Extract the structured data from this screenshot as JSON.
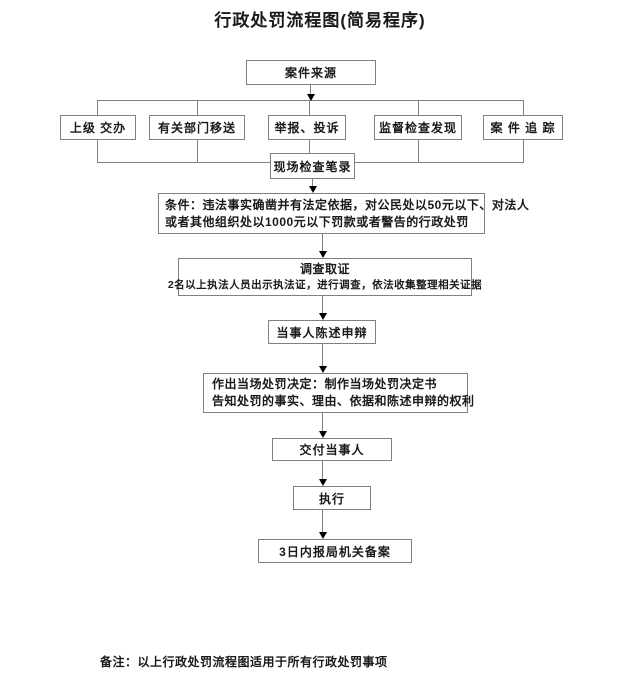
{
  "title": "行政处罚流程图(简易程序)",
  "flow": {
    "case_source": {
      "label": "案件来源"
    },
    "sources": [
      {
        "label": "上级 交办"
      },
      {
        "label": "有关部门移送"
      },
      {
        "label": "举报、投诉"
      },
      {
        "label": "监督检查发现"
      },
      {
        "label": "案 件 追 踪"
      }
    ],
    "site_record": {
      "label": "现场检查笔录"
    },
    "condition": {
      "line1": "条件：违法事实确凿并有法定依据，对公民处以50元以下、对法人",
      "line2": "或者其他组织处以1000元以下罚款或者警告的行政处罚"
    },
    "investigation": {
      "title": "调查取证",
      "detail": "2名以上执法人员出示执法证，进行调查，依法收集整理相关证据"
    },
    "statement": {
      "label": "当事人陈述申辩"
    },
    "decision": {
      "line1": "作出当场处罚决定：制作当场处罚决定书",
      "line2": "告知处罚的事实、理由、依据和陈述申辩的权利"
    },
    "deliver": {
      "label": "交付当事人"
    },
    "execute": {
      "label": "执行"
    },
    "filing": {
      "label": "3日内报局机关备案"
    }
  },
  "note": "备注：以上行政处罚流程图适用于所有行政处罚事项",
  "colors": {
    "background": "#ffffff",
    "box_border": "#808080",
    "connector": "#808080",
    "text": "#1a1a1a",
    "arrow": "#000000"
  }
}
